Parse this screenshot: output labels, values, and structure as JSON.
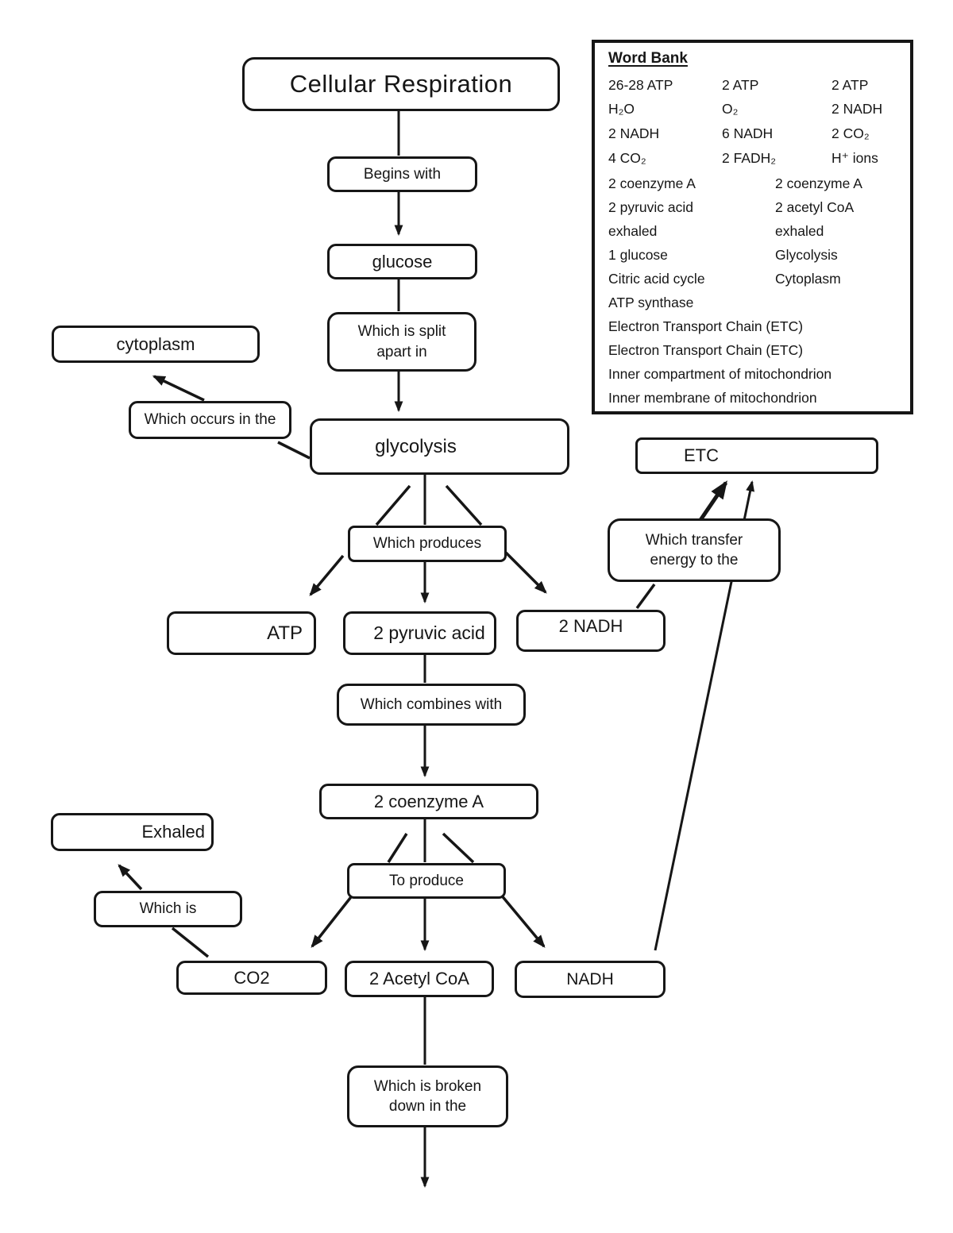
{
  "diagram": {
    "title": "Cellular Respiration",
    "colors": {
      "ink": "#161616",
      "background": "#ffffff"
    },
    "nodes": {
      "begins_with": "Begins with",
      "glucose": "glucose",
      "which_split_line1": "Which is split",
      "which_split_line2": "apart in",
      "cytoplasm": "cytoplasm",
      "which_occurs": "Which occurs in the",
      "glycolysis": "glycolysis",
      "etc": "ETC",
      "which_transfer_line1": "Which transfer",
      "which_transfer_line2": "energy to the",
      "which_produces": "Which produces",
      "atp": "ATP",
      "pyruvic_acid": "2 pyruvic acid",
      "nadh_2": "2 NADH",
      "which_combines": "Which combines with",
      "coenzyme_a": "2 coenzyme A",
      "exhaled": "Exhaled",
      "which_is": "Which is",
      "to_produce": "To produce",
      "co2": "CO2",
      "acetyl_coa": "2 Acetyl CoA",
      "nadh": "NADH",
      "broken_line1": "Which is broken",
      "broken_line2": "down in the"
    }
  },
  "word_bank": {
    "title": "Word Bank",
    "rows3": [
      [
        "26-28 ATP",
        "2 ATP",
        "2 ATP"
      ],
      [
        "H₂O",
        "O₂",
        "2 NADH"
      ],
      [
        "2 NADH",
        "6 NADH",
        "2 CO₂"
      ],
      [
        "4 CO₂",
        "2 FADH₂",
        "H⁺ ions"
      ]
    ],
    "rows2": [
      [
        "2 coenzyme A",
        "2 coenzyme A"
      ],
      [
        "2 pyruvic acid",
        "2 acetyl CoA"
      ],
      [
        "exhaled",
        "exhaled"
      ],
      [
        "1 glucose",
        "Glycolysis"
      ],
      [
        "Citric acid cycle",
        "Cytoplasm"
      ]
    ],
    "rows1": [
      "ATP synthase",
      "Electron Transport Chain (ETC)",
      "Electron Transport Chain (ETC)",
      "Inner compartment of mitochondrion",
      "Inner membrane of mitochondrion"
    ]
  }
}
